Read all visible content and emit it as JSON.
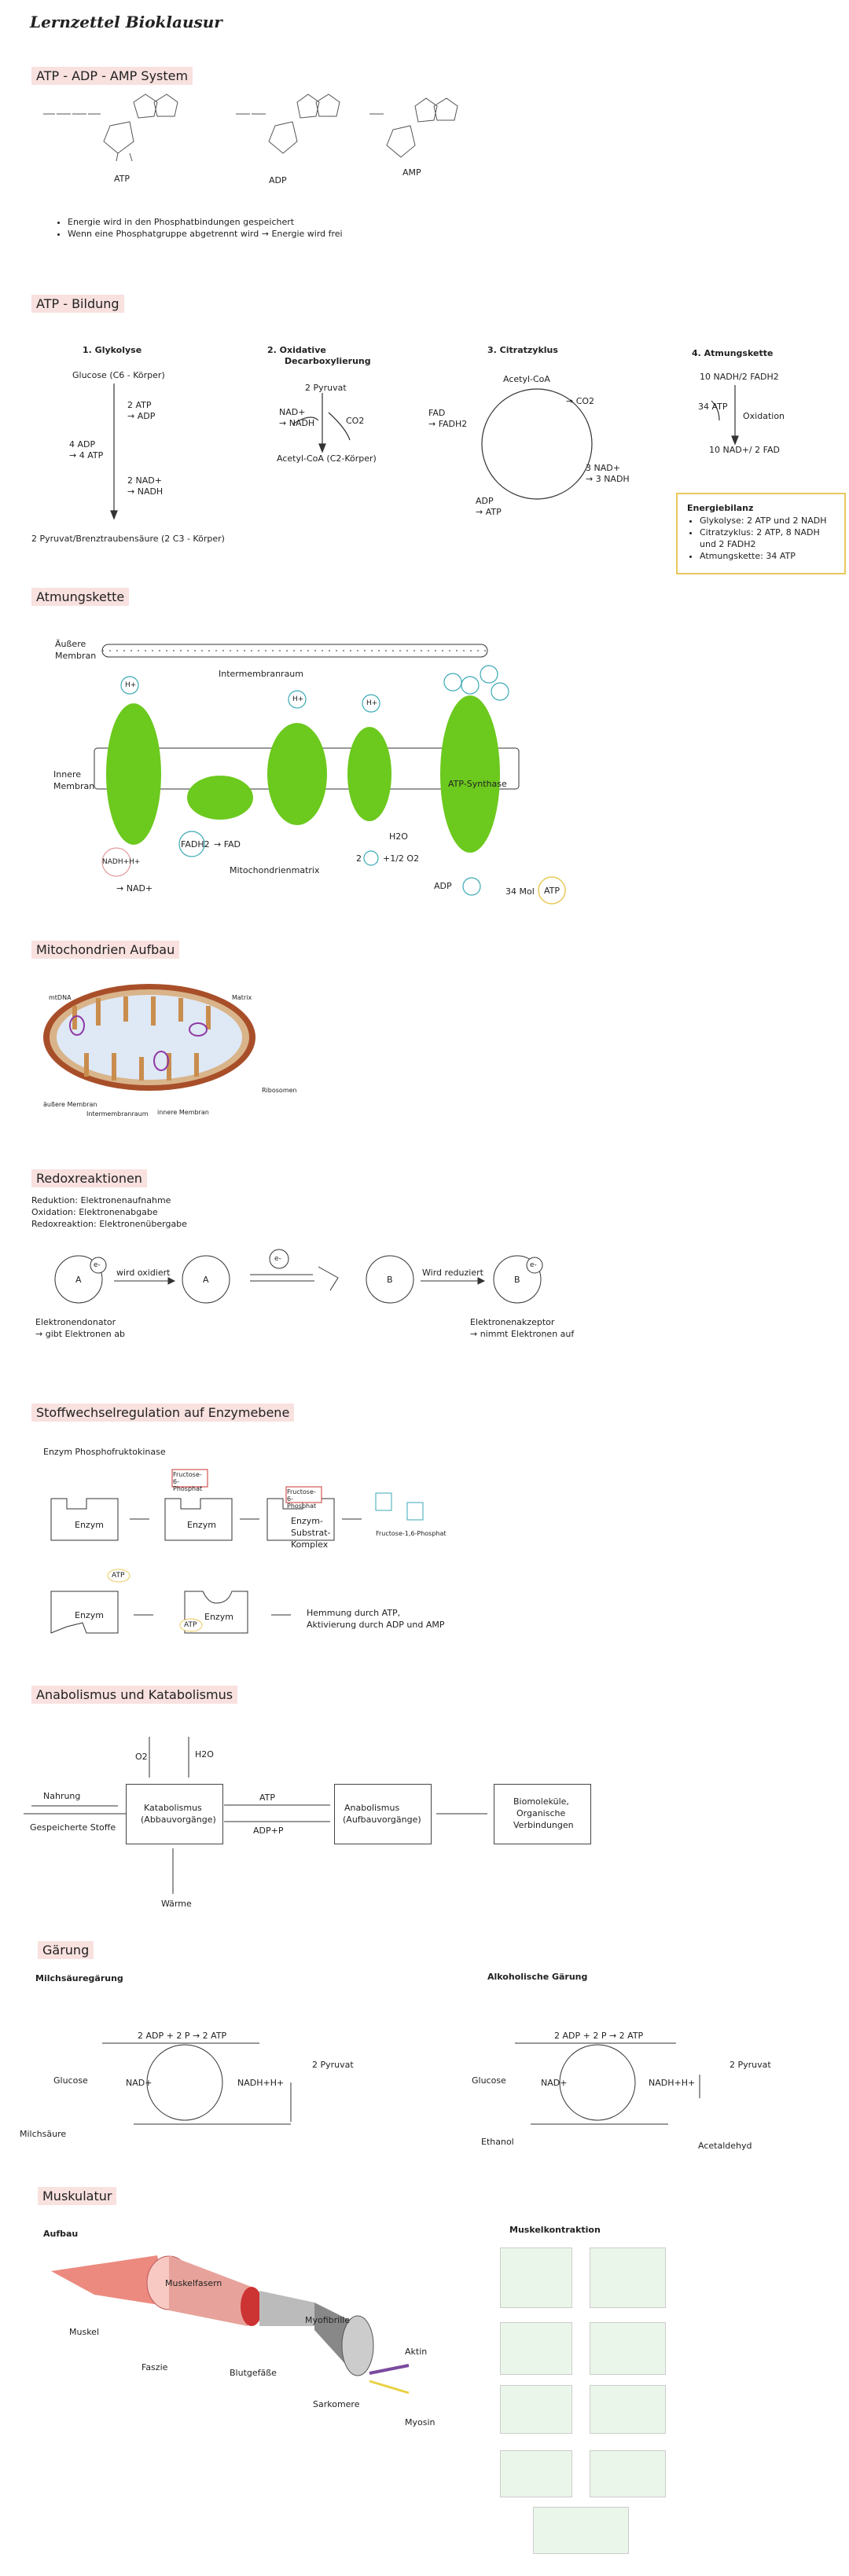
{
  "page_title": "Lernzettel Bioklausur",
  "atp": {
    "heading": "ATP - ADP - AMP System",
    "mol_labels": [
      "ATP",
      "ADP",
      "AMP"
    ],
    "bullets": [
      "Energie wird in den Phosphatbindungen gespeichert",
      "Wenn eine Phosphatgruppe abgetrennt wird → Energie wird frei"
    ]
  },
  "bildung": {
    "heading": "ATP - Bildung",
    "glykolyse": {
      "title": "1.  Glykolyse",
      "top": "Glucose (C6 - Körper)",
      "r1": "2 ATP",
      "r1b": "→ ADP",
      "l1": "4 ADP",
      "l1b": "→ 4 ATP",
      "r2": "2 NAD+",
      "r2b": "→ NADH",
      "bottom": "2 Pyruvat/Brenztraubensäure (2 C3 - Körper)"
    },
    "decarb": {
      "title": "2.  Oxidative",
      "title2": "Decarboxylierung",
      "top": "2 Pyruvat",
      "nad": "NAD+",
      "nadh": "→ NADH",
      "co2": "CO2",
      "bottom": "Acetyl-CoA (C2-Körper)"
    },
    "citrat": {
      "title": "3.  Citratzyklus",
      "top": "Acetyl-CoA",
      "co2": "→ CO2",
      "fad": "FAD",
      "fadh": "→ FADH2",
      "nad": "3 NAD+",
      "nadh": "→ 3 NADH",
      "adp": "ADP",
      "atp": "→ ATP"
    },
    "atmung": {
      "title": "4.  Atmungskette",
      "top": "10 NADH/2 FADH2",
      "atp": "34 ATP",
      "ox": "Oxidation",
      "bottom": "10 NAD+/ 2 FAD"
    },
    "energiebilanz": {
      "title": "Energiebilanz",
      "items": [
        "Glykolyse: 2 ATP und 2 NADH",
        "Citratzyklus: 2 ATP, 8 NADH und 2 FADH2",
        "Atmungskette: 34 ATP"
      ]
    }
  },
  "atmungskette": {
    "heading": "Atmungskette",
    "outer": "Äußere Membran",
    "inter": "Intermembranraum",
    "inner": "Innere Membran",
    "matrix": "Mitochondrienmatrix",
    "hplus": "H+",
    "synthase": "ATP-Synthase",
    "nadh": "NADH+H+",
    "nad": "→ NAD+",
    "fadh": "FADH2",
    "fad": "→ FAD",
    "h2o": "H2O",
    "o2": "+1/2 O2",
    "two": "2",
    "adp": "ADP",
    "mol": "34 Mol",
    "atp": "ATP"
  },
  "mito": {
    "heading": "Mitochondrien Aufbau",
    "labels": {
      "mtdna": "mtDNA",
      "matrix": "Matrix",
      "ribo": "Ribosomen",
      "outer": "äußere Membran",
      "inter": "Intermembranraum",
      "inner": "innere Membran"
    }
  },
  "redox": {
    "heading": "Redoxreaktionen",
    "defs": [
      "Reduktion: Elektronenaufnahme",
      "Oxidation: Elektronenabgabe",
      "Redoxreaktion: Elektronenübergabe"
    ],
    "a": "A",
    "b": "B",
    "e": "e-",
    "oxidiert": "wird oxidiert",
    "reduziert": "Wird reduziert",
    "donator": "Elektronendonator",
    "donator2": "→ gibt Elektronen ab",
    "akzeptor": "Elektronenakzeptor",
    "akzeptor2": "→ nimmt Elektronen auf"
  },
  "enzym": {
    "heading": "Stoffwechselregulation auf Enzymebene",
    "sub": "Enzym Phosphofruktokinase",
    "enzym": "Enzym",
    "f6p": "Fructose-6-Phosphat",
    "komplex": "Enzym-Substrat-Komplex",
    "product": "Fructose-1,6-Phosphat",
    "atp": "ATP",
    "hemmung": "Hemmung durch ATP,",
    "hemmung2": "Aktivierung durch ADP und AMP"
  },
  "anabol": {
    "heading": "Anabolismus und Katabolismus",
    "o2": "O2",
    "h2o": "H2O",
    "nahrung": "Nahrung",
    "speicher": "Gespeicherte Stoffe",
    "kata": "Katabolismus",
    "kata2": "(Abbauvorgänge)",
    "atp": "ATP",
    "adp": "ADP+P",
    "ana": "Anabolismus",
    "ana2": "(Aufbauvorgänge)",
    "bio": "Biomoleküle,",
    "bio2": "Organische",
    "bio3": "Verbindungen",
    "waerme": "Wärme"
  },
  "gaerung": {
    "heading": "Gärung",
    "milch": "Milchsäuregärung",
    "alk": "Alkoholische Gärung",
    "eq": "2 ADP + 2 P → 2 ATP",
    "glucose": "Glucose",
    "pyruvat": "2 Pyruvat",
    "nad": "NAD+",
    "nadh": "NADH+H+",
    "milchsaeure": "Milchsäure",
    "ethanol": "Ethanol",
    "acet": "Acetaldehyd"
  },
  "muskel": {
    "heading": "Muskulatur",
    "aufbau": "Aufbau",
    "kontr": "Muskelkontraktion",
    "labels": {
      "muskel": "Muskel",
      "fasern": "Muskelfasern",
      "fibrille": "Myofibrille",
      "aktin": "Aktin",
      "faszie": "Faszie",
      "blut": "Blutgefäße",
      "sarko": "Sarkomere",
      "myosin": "Myosin"
    }
  },
  "colors": {
    "accent": "#f8e1df",
    "green": "#6cc91e",
    "teal": "#3aa9b6",
    "yellow": "#e8c85a"
  }
}
